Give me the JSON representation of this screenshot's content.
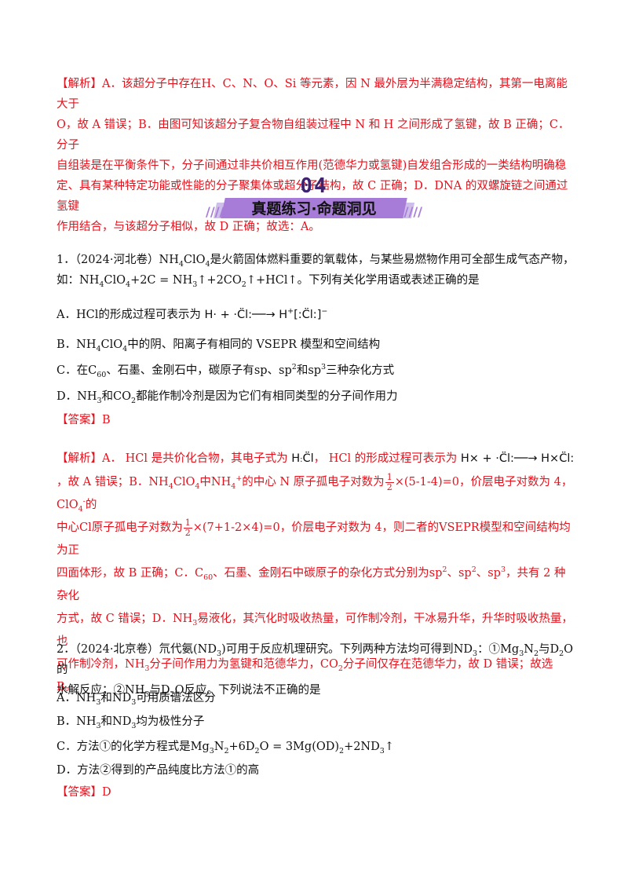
{
  "p1": {
    "tag": "【解析】",
    "l1": "A．该超分子中存在H、C、N、O、Si 等元素，因 N 最外层为半满稳定结构，其第一电离能大于",
    "l2": "O，故 A 错误；B．由图可知该超分子复合物自组装过程中 N 和 H 之间形成了氢键，故 B 正确；C．分子",
    "l3": "自组装是在平衡条件下，分子间通过非共价相互作用(范德华力或氢键)自发组合形成的一类结构明确稳",
    "l4": "定、具有某种特定功能或性能的分子聚集体或超分子结构，故 C 正确；D．DNA 的双螺旋链之间通过氢键",
    "l5": "作用结合，与该超分子相似，故 D 正确；故选：A。"
  },
  "banner": {
    "number": "04",
    "title": "真题练习·命题洞见"
  },
  "q1": {
    "stem1": "1．（2024·河北卷）",
    "stem1b": "是火箭固体燃料重要的氧载体，与某些易燃物作用可全部生成气态产物，",
    "stem2a": "如：",
    "stem2b": "。下列有关化学用语或表述正确的是",
    "optA": "A．",
    "optA_b": "的形成过程可表示为",
    "optB": "B．",
    "optB_b": "中的阴、阳离子有相同的 VSEPR 模型和空间结构",
    "optC": "C．在",
    "optC_b": "、石墨、金刚石中，碳原子有",
    "optC_c": "和",
    "optC_d": "三种杂化方式",
    "optD": "D．",
    "optD_b": "和",
    "optD_c": "都能作制冷剂是因为它们有相同类型的分子间作用力",
    "answer_tag": "【答案】",
    "answer": "B"
  },
  "a1": {
    "tag": "【解析】",
    "a_prefix": "A．",
    "a_mid": "是共价化合物，其电子式为",
    "a_mid2": "，",
    "a_mid3": "的形成过程可表示为",
    "l2a": "，故 A 错误；B．",
    "l2b": "中",
    "l2c": "的中心 N 原子孤电子对数为",
    "l2d": "×(5-1-4)=0",
    "l2e": "，价层电子对数为 4，",
    "l2f": "的",
    "l3a": "中心",
    "l3b": "原子孤电子对数为",
    "l3c": "×(7+1-2×4)=0",
    "l3d": "，价层电子对数为 4，则二者的",
    "l3e": "模型和空间结构均为正",
    "l4a": "四面体形，故 B 正确；C．",
    "l4b": "、石墨、金刚石中碳原子的杂化方式分别为",
    "l4c": "，共有 2 种杂化",
    "l5a": "方式，故 C 错误；D．",
    "l5b": "易液化，其汽化时吸收热量，可作制冷剂，干冰易升华，升华时吸收热量，也",
    "l6a": "可作制冷剂，",
    "l6b": "分子间作用力为氢键和范德华力，",
    "l6c": "分子间仅存在范德华力，故 D 错误；故选 B。"
  },
  "q2": {
    "stem1a": "2．（2024·北京卷）氘代氨(",
    "stem1b": ")可用于反应机理研究。下列两种方法均可得到",
    "stem1c": "：①",
    "stem1d": "与",
    "stem1e": "的",
    "stem2a": "水解反应；②",
    "stem2b": "与",
    "stem2c": "反应。下列说法不正确的是",
    "optA": "A．",
    "optA_b": "和",
    "optA_c": "可用质谱法区分",
    "optB": "B．",
    "optB_b": "和",
    "optB_c": "均为极性分子",
    "optC": "C．方法①的化学方程式是",
    "optD": "D．方法②得到的产品纯度比方法①的高",
    "answer_tag": "【答案】",
    "answer": "D"
  },
  "colors": {
    "red": "#e3121c",
    "banner_purple": "#a77cd8",
    "number_purple": "#3d2372"
  }
}
